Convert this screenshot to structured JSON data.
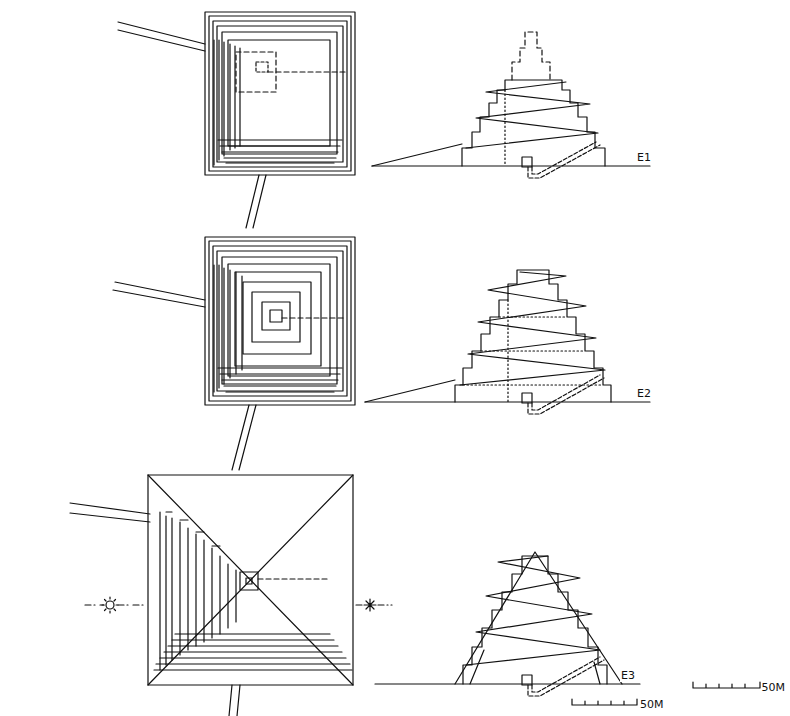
{
  "diagram": {
    "labels": [
      "E1",
      "E2",
      "E3",
      "50M",
      "50M"
    ]
  }
}
